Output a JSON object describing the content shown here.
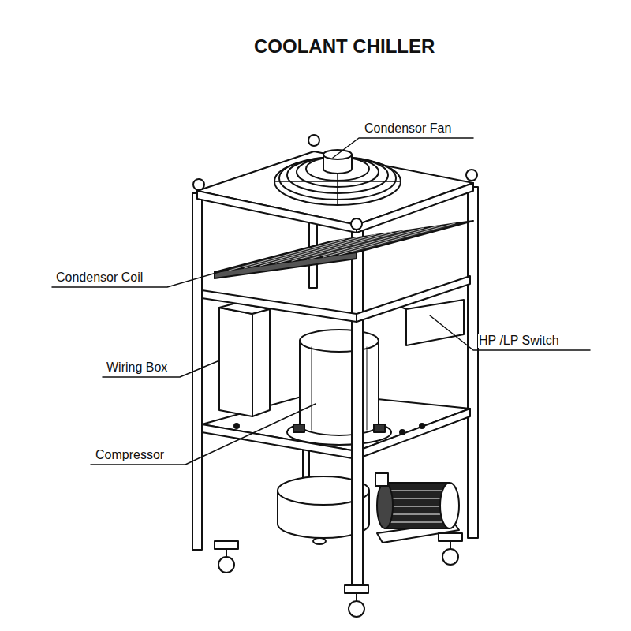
{
  "diagram": {
    "title": "COOLANT CHILLER",
    "labels": [
      "Condensor Fan",
      "Condensor Coil",
      "HP /LP Switch",
      "Wiring Box",
      "Compressor"
    ]
  }
}
